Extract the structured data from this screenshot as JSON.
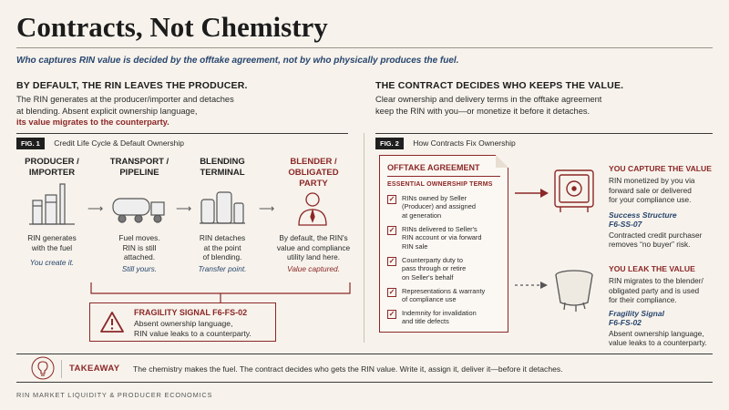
{
  "title": "Contracts, Not Chemistry",
  "subtitle": "Who captures RIN value is decided by the offtake agreement, not by who physically produces the fuel.",
  "left": {
    "heading": "BY DEFAULT, THE RIN LEAVES THE PRODUCER.",
    "body_line1": "The RIN generates at the producer/importer and detaches",
    "body_line2": "at blending. Absent explicit ownership language,",
    "body_emph": "its value migrates to the counterparty.",
    "fig_tag": "FIG. 1",
    "fig_title": "Credit Life Cycle & Default Ownership",
    "stages": [
      {
        "label1": "PRODUCER /",
        "label2": "IMPORTER",
        "label3": "",
        "desc1": "RIN generates",
        "desc2": "with the fuel",
        "desc3": "",
        "note": "You create it.",
        "icon": "factory-icon"
      },
      {
        "label1": "TRANSPORT /",
        "label2": "PIPELINE",
        "label3": "",
        "desc1": "Fuel moves.",
        "desc2": "RIN is still",
        "desc3": "attached.",
        "note": "Still yours.",
        "icon": "tanker-truck-icon"
      },
      {
        "label1": "BLENDING",
        "label2": "TERMINAL",
        "label3": "",
        "desc1": "RIN detaches",
        "desc2": "at the point",
        "desc3": "of blending.",
        "note": "Transfer point.",
        "icon": "storage-tanks-icon"
      },
      {
        "label1": "BLENDER /",
        "label2": "OBLIGATED",
        "label3": "PARTY",
        "desc1": "By default, the RIN's",
        "desc2": "value and compliance",
        "desc3": "utility land here.",
        "note": "Value captured.",
        "icon": "person-icon"
      }
    ],
    "fragility": {
      "title": "FRAGILITY SIGNAL F6-FS-02",
      "line1": "Absent ownership language,",
      "line2": "RIN value leaks to a counterparty."
    }
  },
  "right": {
    "heading": "THE CONTRACT DECIDES WHO KEEPS THE VALUE.",
    "body_line1": "Clear ownership and delivery terms in the offtake agreement",
    "body_line2": "keep the RIN with you—or monetize it before it detaches.",
    "fig_tag": "FIG. 2",
    "fig_title": "How Contracts Fix Ownership",
    "offtake_title": "OFFTAKE AGREEMENT",
    "offtake_sub": "ESSENTIAL OWNERSHIP TERMS",
    "terms": [
      {
        "l1": "RINs owned by Seller",
        "l2": "(Producer) and assigned",
        "l3": "at generation"
      },
      {
        "l1": "RINs delivered to Seller's",
        "l2": "RIN account or via forward",
        "l3": "RIN sale"
      },
      {
        "l1": "Counterparty duty to",
        "l2": "pass through or retire",
        "l3": "on Seller's behalf"
      },
      {
        "l1": "Representations & warranty",
        "l2": "of compliance use",
        "l3": ""
      },
      {
        "l1": "Indemnity for invalidation",
        "l2": "and title defects",
        "l3": ""
      }
    ],
    "capture": {
      "title": "YOU CAPTURE THE VALUE",
      "l1": "RIN monetized by you via",
      "l2": "forward sale or delivered",
      "l3": "for your compliance use.",
      "struct1": "Success Structure",
      "struct2": "F6-SS-07",
      "n1": "Contracted credit purchaser",
      "n2": "removes “no buyer” risk."
    },
    "leak": {
      "title": "YOU LEAK THE VALUE",
      "l1": "RIN migrates to the blender/",
      "l2": "obligated party and is used",
      "l3": "for their compliance.",
      "struct1": "Fragility Signal",
      "struct2": "F6-FS-02",
      "n1": "Absent ownership language,",
      "n2": "value leaks to a counterparty."
    }
  },
  "takeaway": {
    "label": "TAKEAWAY",
    "text": "The chemistry makes the fuel. The contract decides who gets the RIN value. Write it, assign it, deliver it—before it detaches."
  },
  "footer": "RIN MARKET LIQUIDITY & PRODUCER ECONOMICS",
  "colors": {
    "accent_red": "#8c2727",
    "accent_blue": "#28456e",
    "background": "#f7f3ec"
  }
}
